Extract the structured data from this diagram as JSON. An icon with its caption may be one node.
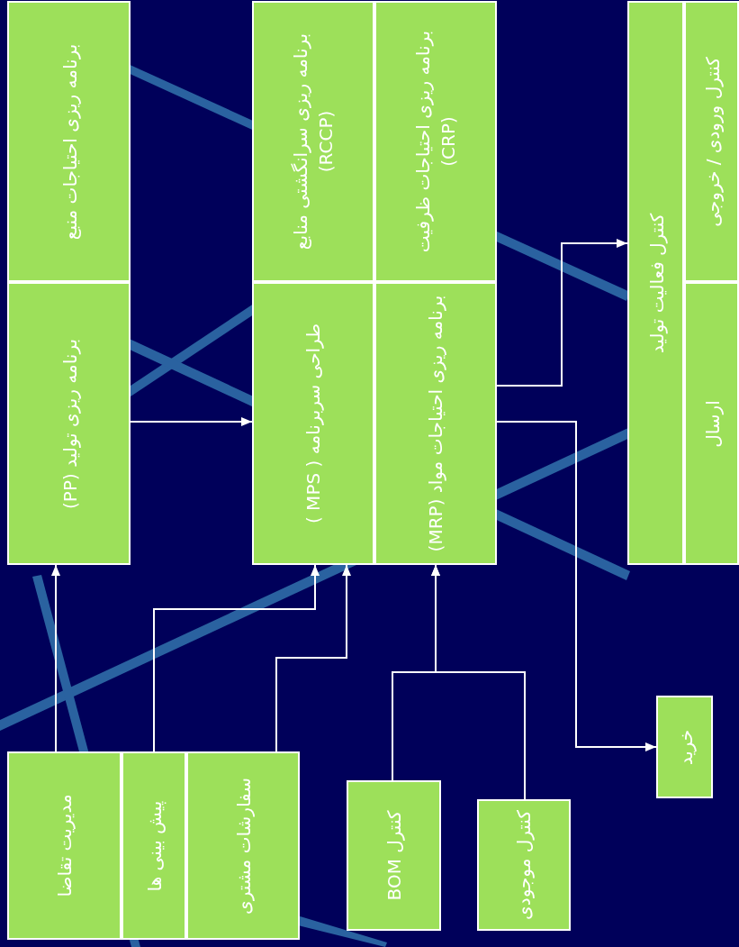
{
  "diagram": {
    "nodes": [
      {
        "text": [
          "برنامه ریزی احتیاجات منبع"
        ]
      },
      {
        "text": [
          "برنامه ریزی تولید (PP)"
        ]
      },
      {
        "text": [
          "برنامه ریزی سرانگشتی منابع (RCCP)"
        ]
      },
      {
        "text": [
          "طراحی سربرنامه ( MPS )"
        ]
      },
      {
        "text": [
          "برنامه ریزی احتیاجات ظرفیت (CRP)"
        ]
      },
      {
        "text": [
          "برنامه ریزی احتیاجات مواد (MRP)"
        ]
      },
      {
        "text": [
          "کنترل فعالیت تولید"
        ]
      },
      {
        "text": [
          "کنترل ورودی / خروجی"
        ]
      },
      {
        "text": [
          "ارسال"
        ]
      },
      {
        "text": [
          "مدیریت تقاضا"
        ]
      },
      {
        "text": [
          "پیش بینی ها"
        ]
      },
      {
        "text": [
          "سفارشات مشتری"
        ]
      },
      {
        "text": [
          "کنترل BOM"
        ]
      },
      {
        "text": [
          "کنترل موجودی"
        ]
      },
      {
        "text": [
          "خرید"
        ]
      }
    ],
    "edges": [
      {
        "from": 9,
        "to": 1,
        "arrow": "to"
      },
      {
        "from": 10,
        "to": 3,
        "arrow": "to"
      },
      {
        "from": 11,
        "to": 3,
        "arrow": "to"
      },
      {
        "from": 1,
        "to": 3,
        "arrow": "to"
      },
      {
        "from": 12,
        "to": 5,
        "arrow": "to"
      },
      {
        "from": 13,
        "to": 5,
        "arrow": "to"
      },
      {
        "from": 5,
        "to": 6,
        "arrow": "to"
      },
      {
        "from": 5,
        "to": 14,
        "arrow": "to"
      }
    ]
  }
}
